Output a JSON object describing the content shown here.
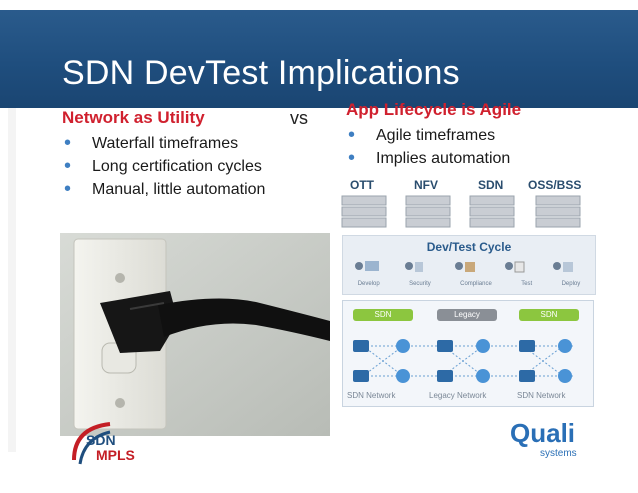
{
  "title": "SDN DevTest Implications",
  "left": {
    "heading": "Network as Utility",
    "bullets": [
      "Waterfall timeframes",
      "Long certification cycles",
      "Manual, little automation"
    ]
  },
  "vs": "vs",
  "right": {
    "heading": "App Lifecycle is Agile",
    "bullets": [
      "Agile timeframes",
      "Implies automation"
    ]
  },
  "servers": {
    "labels": [
      "OTT",
      "NFV",
      "SDN",
      "OSS/BSS"
    ]
  },
  "cycle": {
    "title": "Dev/Test Cycle",
    "steps": [
      "Develop",
      "Security",
      "Compliance",
      "Test",
      "Deploy"
    ]
  },
  "network": {
    "tags": [
      "SDN",
      "Legacy",
      "SDN"
    ],
    "captions": [
      "SDN Network",
      "Legacy Network",
      "SDN Network"
    ]
  },
  "logos": {
    "left_top": "SDN",
    "left_bottom": "MPLS",
    "right_main": "Quali",
    "right_sub": "systems"
  },
  "colors": {
    "title_bar": "#1f4e7e",
    "accent_red": "#d0202e",
    "bullet_blue": "#3f7fc2"
  }
}
